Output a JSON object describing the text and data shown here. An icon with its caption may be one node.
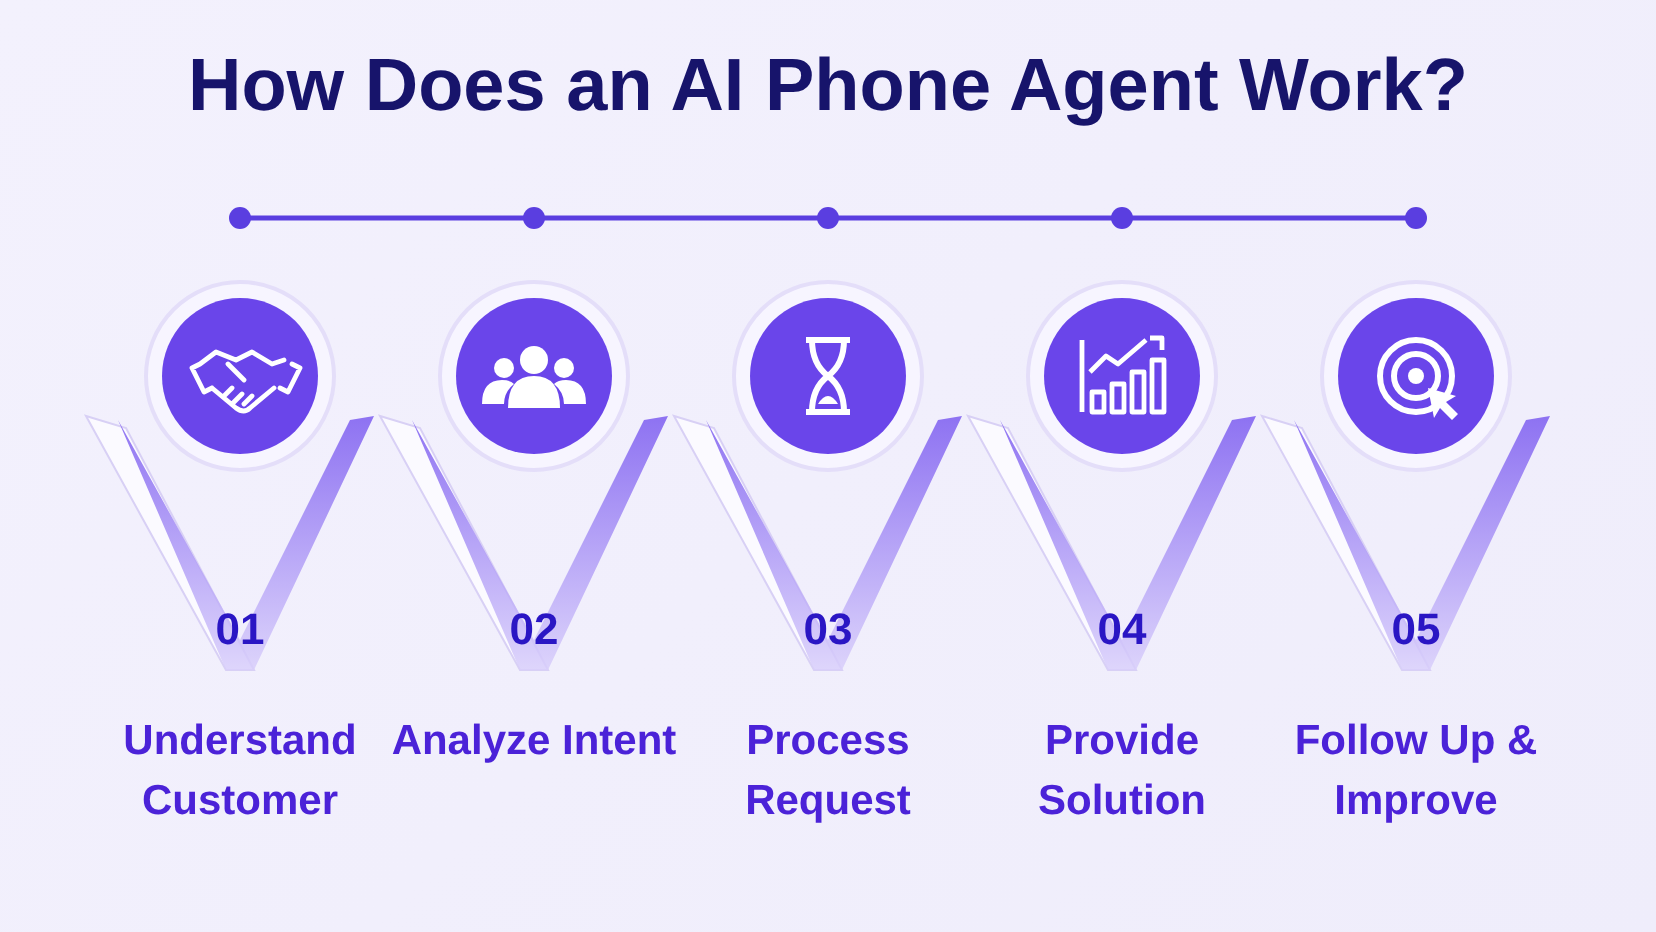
{
  "diagram": {
    "title": "How Does an AI Phone Agent Work?",
    "nodes": [
      {
        "text": [
          "01",
          "Understand Customer"
        ]
      },
      {
        "text": [
          "02",
          "Analyze Intent"
        ]
      },
      {
        "text": [
          "03",
          "Process Request"
        ]
      },
      {
        "text": [
          "04",
          "Provide Solution"
        ]
      },
      {
        "text": [
          "05",
          "Follow Up & Improve"
        ]
      }
    ],
    "edges": []
  }
}
